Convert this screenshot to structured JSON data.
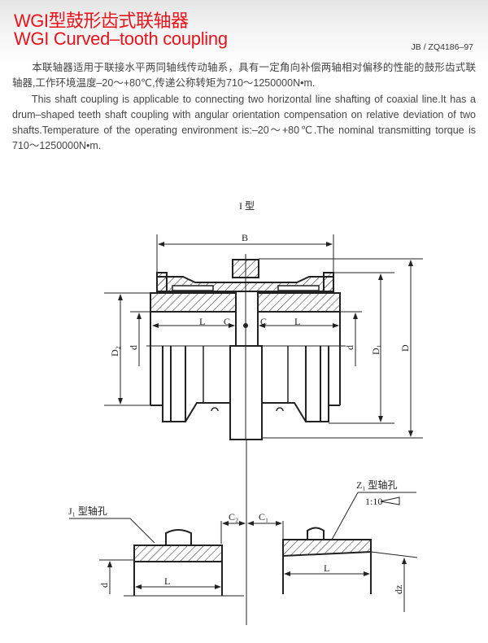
{
  "header": {
    "title_cn": "WGI型鼓形齿式联轴器",
    "title_en": "WGI Curved–tooth coupling",
    "standard": "JB / ZQ4186–97"
  },
  "description": {
    "cn": "本联轴器适用于联接水平两同轴线传动轴系，具有一定角向补偿两轴相对偏移的性能的鼓形齿式联轴器,工作环境温度–20～+80℃,传递公称转矩为710～1250000N•m.",
    "en": "This shaft coupling is applicable to connecting two horizontal line shafting of coaxial line.It has a drum–shaped teeth shaft coupling with angular orientation compensation on relative deviation of two shafts.Temperature of the operating environment is:–20～+80℃.The nominal transmitting torque is 710～1250000N•m."
  },
  "drawing": {
    "type_label": "I 型",
    "dims": {
      "B": "B",
      "L": "L",
      "C": "C",
      "D": "D",
      "D1": "D₁",
      "D2": "D₂",
      "d": "d",
      "C1": "C₁",
      "C2": "C₂",
      "dz": "dz"
    },
    "j1_label": "J₁ 型轴孔",
    "z1_label": "Z₁ 型轴孔",
    "taper": "1:10"
  },
  "colors": {
    "title": "#e8141c"
  }
}
